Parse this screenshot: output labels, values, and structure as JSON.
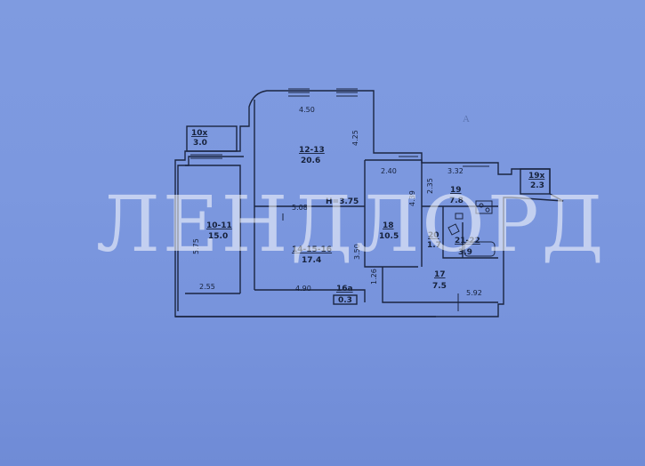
{
  "watermark": "ЛЕНДЛОРД",
  "ceiling_height": "Н=3.75",
  "rooms": {
    "r10x": {
      "number": "10х",
      "area": "3.0"
    },
    "r12_13": {
      "number": "12-13",
      "area": "20.6"
    },
    "r10_11": {
      "number": "10-11",
      "area": "15.0"
    },
    "r14_15_16": {
      "number": "14-15-16",
      "area": "17.4"
    },
    "r18": {
      "number": "18",
      "area": "10.5"
    },
    "r19": {
      "number": "19",
      "area": "7.8"
    },
    "r19x": {
      "number": "19х",
      "area": "2.3"
    },
    "r20": {
      "number": "20",
      "area": "1.7"
    },
    "r21_22": {
      "number": "21-22",
      "area": "3.9"
    },
    "r17": {
      "number": "17",
      "area": "7.5"
    },
    "r16a": {
      "number": "16а",
      "area": "0.3"
    }
  },
  "dimensions": {
    "d450": "4.50",
    "d425": "4.25",
    "d240": "2.40",
    "d332": "3.32",
    "d575": "5.75",
    "d508": "5.08",
    "d439": "4.39",
    "d235": "2.35",
    "d350": "3.50",
    "d126": "1.26",
    "d255": "2.55",
    "d490": "4.90",
    "d592": "5.92"
  }
}
